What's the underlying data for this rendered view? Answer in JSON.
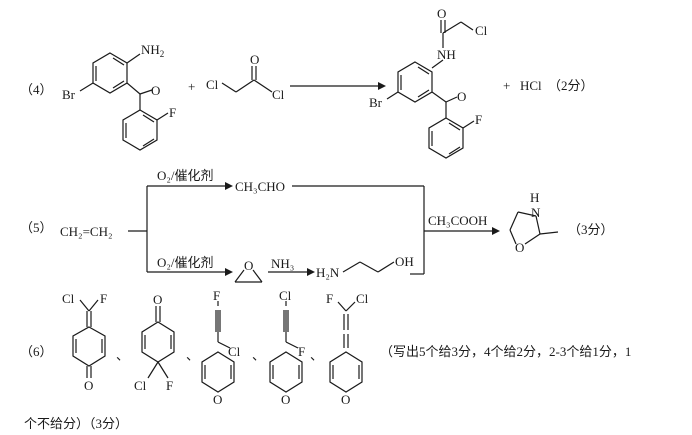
{
  "part4": {
    "number": "（4）",
    "plus1": "+",
    "plus2": "+",
    "byproduct": "HCl",
    "score": "（2分）",
    "reactant1": {
      "nh2": "NH",
      "nh2_sub": "2",
      "br": "Br",
      "o": "O",
      "f": "F"
    },
    "reactant2": {
      "cl1": "Cl",
      "o": "O",
      "cl2": "Cl"
    },
    "product": {
      "o": "O",
      "cl": "Cl",
      "nh": "NH",
      "br": "Br",
      "ketone_o": "O",
      "f": "F"
    }
  },
  "part5": {
    "number": "（5）",
    "start": "CH₂=CH₂",
    "top_reagent": "O₂/催化剂",
    "top_product": "CH₃CHO",
    "bottom_reagent": "O₂/催化剂",
    "epoxide_o": "O",
    "nh3": "NH₃",
    "amine": "H₂N",
    "oh": "OH",
    "acid": "CH₃COOH",
    "ring_nh": "H",
    "ring_n": "N",
    "ring_o": "O",
    "score": "（3分）"
  },
  "part6": {
    "number": "（6）",
    "separator": "、",
    "s1": {
      "cl": "Cl",
      "f": "F",
      "o": "O"
    },
    "s2": {
      "o": "O",
      "cl": "Cl",
      "f": "F"
    },
    "s3": {
      "f": "F",
      "cl": "Cl",
      "o": "O"
    },
    "s4": {
      "cl": "Cl",
      "f": "F",
      "o": "O"
    },
    "s5": {
      "f": "F",
      "cl": "Cl",
      "o": "O"
    },
    "note_line1": "（写出5个给3分，4个给2分，2-3个给1分，1",
    "note_line2": "个不给分）（3分）"
  }
}
